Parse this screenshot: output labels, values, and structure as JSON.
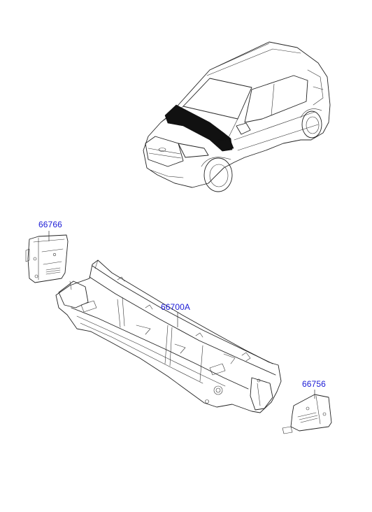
{
  "parts": {
    "p1": "66766",
    "p2": "66700A",
    "p3": "66756"
  },
  "colors": {
    "label": "#1a1ad6",
    "line": "#222222",
    "highlight": "#111111"
  }
}
